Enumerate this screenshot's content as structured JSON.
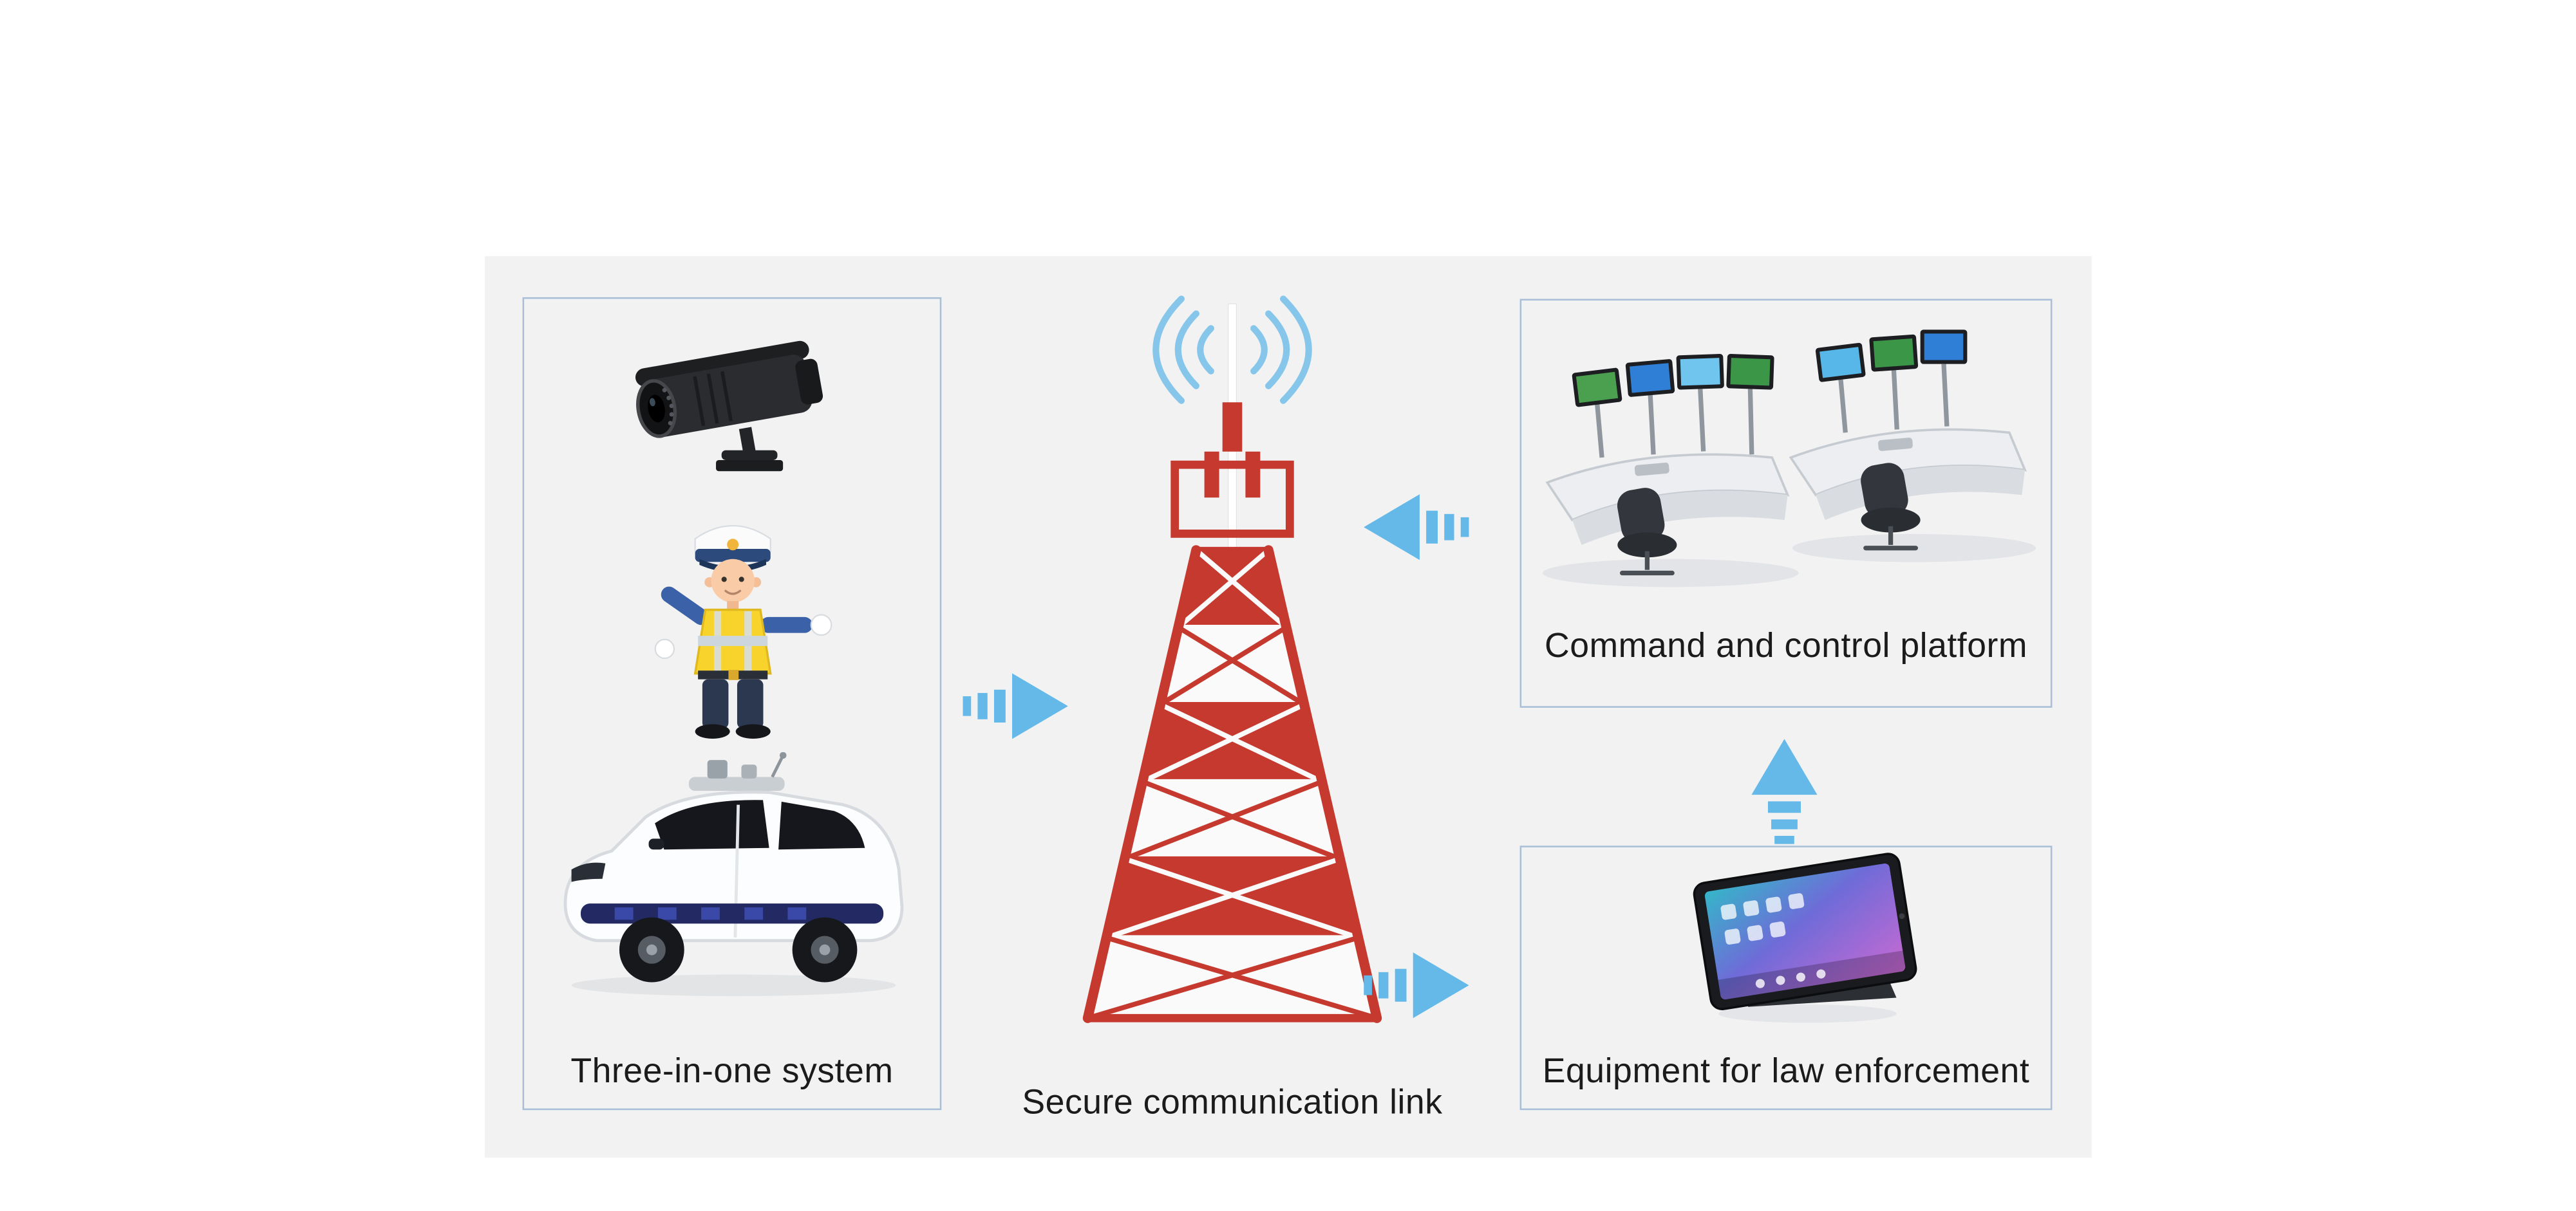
{
  "title": "Secure communication architecture diagram",
  "colors": {
    "canvas_background": "#ffffff",
    "panel_background": "#f2f2f2",
    "box_border": "#a9bfd8",
    "arrow_blue": "#64b9e9",
    "tower_red": "#c5392e",
    "signal_wave_blue": "#85c6ea",
    "label_text": "#1b1b1b"
  },
  "nodes": {
    "three_in_one": {
      "label": "Three-in-one system",
      "items": [
        "surveillance-camera",
        "traffic-police-officer",
        "autonomous-patrol-vehicle"
      ]
    },
    "secure_link": {
      "label": "Secure communication link",
      "item": "communication-tower"
    },
    "command_platform": {
      "label": "Command and control platform",
      "item": "control-room-consoles"
    },
    "law_enforcement": {
      "label": "Equipment for law enforcement",
      "item": "handheld-tablet"
    }
  },
  "arrows": [
    {
      "id": "three-in-one-to-tower",
      "direction": "right"
    },
    {
      "id": "command-platform-to-tower",
      "direction": "left"
    },
    {
      "id": "tower-to-law-enforcement",
      "direction": "right"
    },
    {
      "id": "law-enforcement-to-command-platform",
      "direction": "up"
    }
  ]
}
